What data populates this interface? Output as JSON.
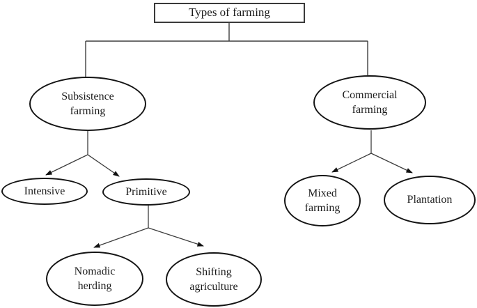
{
  "diagram": {
    "type": "tree",
    "title": "Types of farming",
    "nodes": {
      "root": {
        "label": "Types of farming",
        "shape": "rectangle",
        "lines": [
          "Types of farming"
        ]
      },
      "subsistence": {
        "label": "Subsistence farming",
        "shape": "ellipse",
        "lines": [
          "Subsistence",
          "farming"
        ]
      },
      "commercial": {
        "label": "Commercial farming",
        "shape": "ellipse",
        "lines": [
          "Commercial",
          "farming"
        ]
      },
      "intensive": {
        "label": "Intensive",
        "shape": "ellipse",
        "lines": [
          "Intensive"
        ]
      },
      "primitive": {
        "label": "Primitive",
        "shape": "ellipse",
        "lines": [
          "Primitive"
        ]
      },
      "nomadic": {
        "label": "Nomadic herding",
        "shape": "ellipse",
        "lines": [
          "Nomadic",
          "herding"
        ]
      },
      "shifting": {
        "label": "Shifting agriculture",
        "shape": "ellipse",
        "lines": [
          "Shifting",
          "agriculture"
        ]
      },
      "mixed": {
        "label": "Mixed farming",
        "shape": "ellipse",
        "lines": [
          "Mixed",
          "farming"
        ]
      },
      "plantation": {
        "label": "Plantation",
        "shape": "ellipse",
        "lines": [
          "Plantation"
        ]
      }
    },
    "edges": [
      {
        "from": "root",
        "to": "subsistence",
        "arrow": false
      },
      {
        "from": "root",
        "to": "commercial",
        "arrow": false
      },
      {
        "from": "subsistence",
        "to": "intensive",
        "arrow": true
      },
      {
        "from": "subsistence",
        "to": "primitive",
        "arrow": true
      },
      {
        "from": "primitive",
        "to": "nomadic",
        "arrow": true
      },
      {
        "from": "primitive",
        "to": "shifting",
        "arrow": true
      },
      {
        "from": "commercial",
        "to": "mixed",
        "arrow": true
      },
      {
        "from": "commercial",
        "to": "plantation",
        "arrow": true
      }
    ],
    "colors": {
      "node_stroke": "#141414",
      "connector": "#3d3d3d",
      "arrowhead": "#111111",
      "text": "#1c1c1c",
      "background": "#ffffff"
    }
  }
}
